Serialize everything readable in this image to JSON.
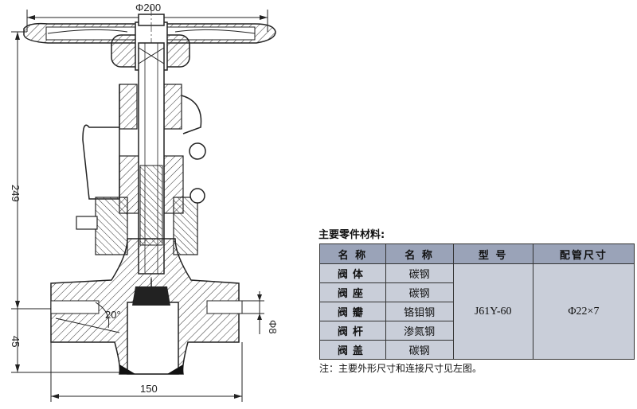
{
  "drawing": {
    "dim_top": "Φ200",
    "dim_height": "249",
    "dim_bottom_height": "45",
    "dim_width": "150",
    "dim_port": "Φ8",
    "angle": "20°"
  },
  "parts_table": {
    "caption": "主要零件材料:",
    "headers": [
      "名 称",
      "名 称",
      "型 号",
      "配管尺寸"
    ],
    "rows": [
      {
        "part": "阀体",
        "material": "碳钢"
      },
      {
        "part": "阀座",
        "material": "碳钢"
      },
      {
        "part": "阀瓣",
        "material": "铬钼钢"
      },
      {
        "part": "阀杆",
        "material": "渗氮钢"
      },
      {
        "part": "阀盖",
        "material": "碳钢"
      }
    ],
    "model": "J61Y-60",
    "pipe_size": "Φ22×7"
  },
  "note": "注：主要外形尺寸和连接尺寸见左图。"
}
